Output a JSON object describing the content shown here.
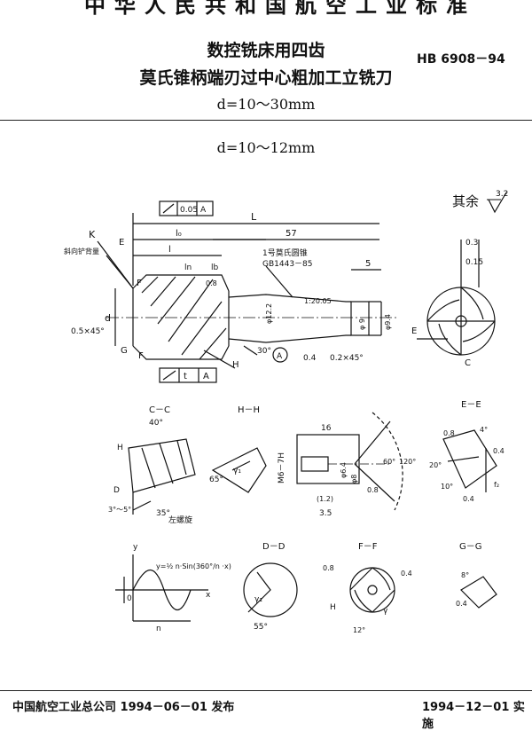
{
  "header": {
    "org_line": "中华人民共和国航空工业标准",
    "title_line1": "数控铣床用四齿",
    "title_line2": "莫氏锥柄端刃过中心粗加工立铣刀",
    "title_line3": "d=10～30mm",
    "standard_no": "HB 6908－94"
  },
  "section": {
    "title": "d=10～12mm",
    "roughness_note": "其余",
    "roughness_value": "3.2"
  },
  "main_drawing": {
    "tol_runout_top": "0.05",
    "tol_ref_top": "A",
    "tol_ref_bottom": "A",
    "tol_t": "t",
    "label_K": "K",
    "label_spiral": "斜向铲背量",
    "label_E": "E",
    "label_L": "L",
    "label_l0": "l₀",
    "label_57": "57",
    "label_l": "l",
    "label_ln": "ln",
    "label_lb": "lb",
    "label_taper": "1号莫氏圆锥",
    "label_gb": "GB1443－85",
    "label_5": "5",
    "label_F_top": "F",
    "label_F_bot": "F",
    "label_G": "G",
    "label_d": "d",
    "label_chamfer": "0.5×45°",
    "label_H": "H",
    "label_phi12": "φ12.2",
    "label_ra": "0.8",
    "label_30": "30°",
    "label_A": "A",
    "label_04": "0.4",
    "label_chamfer2": "0.2×45°",
    "label_phi9": "φ 9",
    "label_phi94": "φ9.4",
    "label_taper_ratio": "1:20.05",
    "label_03": "0.3",
    "label_015": "0.15",
    "label_E_side": "E",
    "label_C_side": "C"
  },
  "views": {
    "cc_title": "C－C",
    "hh_title": "H－H",
    "ee_title": "E－E",
    "dd_title": "D－D",
    "ff_title": "F－F",
    "gg_title": "G－G",
    "cc_40": "40°",
    "cc_H": "H",
    "cc_D": "D",
    "cc_35": "35°",
    "cc_3": "3°～5°",
    "cc_left": "左螺旋",
    "hh_65": "65°",
    "hh_r": "γ₁",
    "m6": "M6－7H",
    "dim_16": "16",
    "dim_35": "3.5",
    "dim_12": "(1.2)",
    "dim_60": "60°",
    "dim_120": "120°",
    "dim_phi64": "φ6.4",
    "dim_phi8": "φ8",
    "dim_08": "0.8",
    "ee_08": "0.8",
    "ee_4": "4°",
    "ee_20": "20°",
    "ee_10": "10°",
    "ee_04a": "0.4",
    "ee_04b": "0.4",
    "ee_f2": "f₂",
    "formula": "y=½ n·Sin(360°/n ·x)",
    "axis_y": "y",
    "axis_x": "x",
    "axis_0": "0",
    "axis_n": "n",
    "dd_55": "55°",
    "dd_r": "γ₁",
    "ff_08": "0.8",
    "ff_04": "0.4",
    "ff_H": "H",
    "ff_12": "12°",
    "ff_y": "γ",
    "gg_8": "8°",
    "gg_04": "0.4"
  },
  "footer": {
    "issuer": "中国航空工业总公司 1994－06－01 发布",
    "effective": "1994－12－01 实施"
  }
}
